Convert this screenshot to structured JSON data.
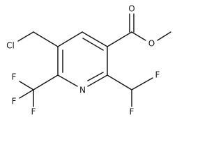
{
  "molecule": {
    "atoms": {
      "ring_nitrogen": "N",
      "ester_carbonyl_oxygen": "O",
      "ester_ether_oxygen": "O",
      "chloromethyl_chlorine": "Cl",
      "trifluoromethyl_f1": "F",
      "trifluoromethyl_f2": "F",
      "trifluoromethyl_f3": "F",
      "difluoromethyl_f1": "F",
      "difluoromethyl_f2": "F"
    }
  }
}
